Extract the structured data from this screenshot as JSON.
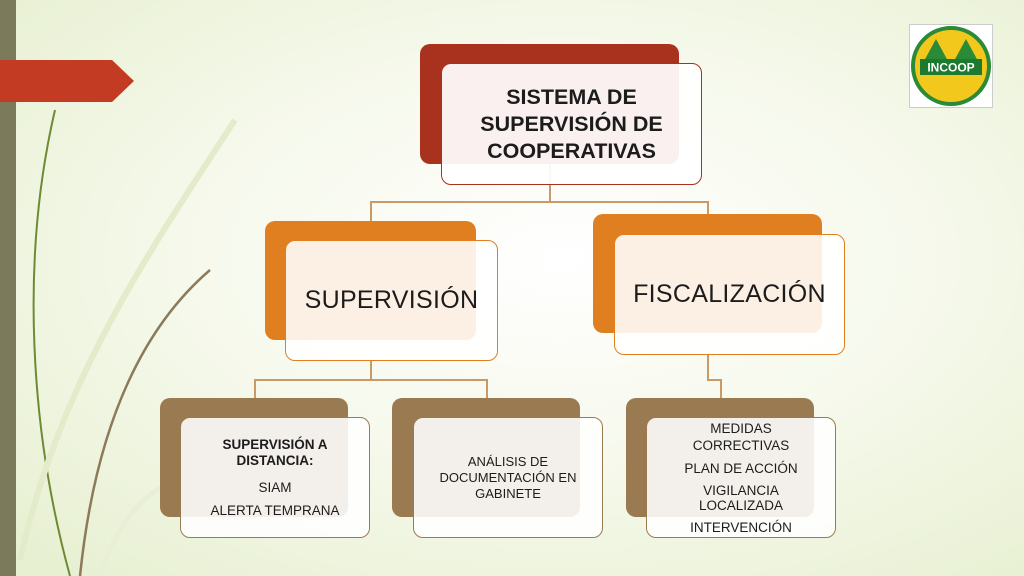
{
  "diagram": {
    "root": {
      "title_lines": [
        "SISTEMA DE",
        "SUPERVISIÓN DE",
        "COOPERATIVAS"
      ]
    },
    "level1": [
      {
        "label": "SUPERVISIÓN"
      },
      {
        "label": "FISCALIZACIÓN"
      }
    ],
    "level2": {
      "remote": {
        "title_lines": [
          "SUPERVISIÓN A",
          "DISTANCIA:"
        ],
        "items": [
          "SIAM",
          "ALERTA TEMPRANA"
        ]
      },
      "analysis": {
        "text_lines": [
          "ANÁLISIS DE",
          "DOCUMENTACIÓN EN",
          "GABINETE"
        ]
      },
      "measures": {
        "items": [
          "MEDIDAS CORRECTIVAS",
          "PLAN DE ACCIÓN",
          "VIGILANCIA LOCALIZADA",
          "INTERVENCIÓN"
        ]
      }
    }
  },
  "logo": {
    "text": "INCOOP"
  },
  "colors": {
    "root": "#a8321d",
    "level1": "#e07f20",
    "level2": "#9a7b51",
    "line": "#c99a66",
    "accent_arrow": "#c23b22"
  }
}
